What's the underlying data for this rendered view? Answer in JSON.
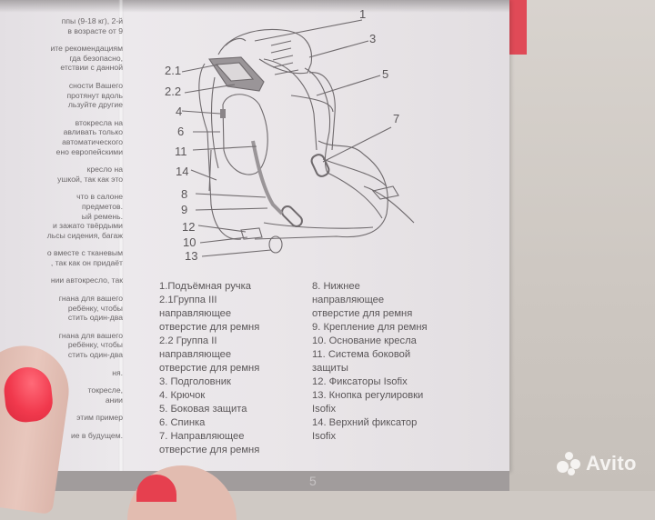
{
  "document": {
    "page_number": "5",
    "watermark": "Avito"
  },
  "left_column": {
    "paragraphs": [
      [
        "ппы (9-18 кг), 2-й",
        "в возрасте от 9"
      ],
      [
        "ите рекомендациям",
        "гда безопасно,",
        "етствии с данной"
      ],
      [
        "сности Вашего",
        "протянут вдоль",
        "льзуйте другие"
      ],
      [
        "втокресла на",
        "авливать только",
        "автоматического",
        "ено европейскими"
      ],
      [
        "кресло на",
        "ушкой, так как это"
      ],
      [
        "что в салоне",
        "предметов.",
        "ый ремень.",
        "и зажато твёрдыми",
        "льсы сидения, багаж"
      ],
      [
        "о вместе с тканевым",
        ", так как он придаёт"
      ],
      [
        "нии автокресло, так"
      ],
      [
        "гнана для вашего",
        "ребёнку, чтобы",
        "стить один-два"
      ],
      [
        "гнана для вашего",
        "ребёнку, чтобы",
        "стить один-два"
      ],
      [
        "ня."
      ],
      [
        "токресле,",
        "ании"
      ],
      [
        "этим пример"
      ],
      [
        "ие в будущем."
      ]
    ]
  },
  "diagram": {
    "callouts": [
      "1",
      "3",
      "2.1",
      "5",
      "2.2",
      "4",
      "7",
      "6",
      "11",
      "14",
      "8",
      "9",
      "12",
      "10",
      "13"
    ]
  },
  "legend": {
    "column1": [
      {
        "label": "1.Подъёмная ручка"
      },
      {
        "label": "2.1Группа III",
        "sub": [
          "направляющее",
          "отверстие для ремня"
        ]
      },
      {
        "label": "2.2 Группа II",
        "sub": [
          "направляющее",
          "отверстие для ремня"
        ]
      },
      {
        "label": "3.  Подголовник"
      },
      {
        "label": "4.  Крючок"
      },
      {
        "label": "5.  Боковая защита"
      },
      {
        "label": "6.   Спинка"
      },
      {
        "label": "7. Направляющее",
        "sub": [
          "отверстие для ремня"
        ]
      }
    ],
    "column2": [
      {
        "label": "8. Нижнее",
        "sub": [
          "направляющее",
          "отверстие для ремня"
        ]
      },
      {
        "label": "9.  Крепление для ремня"
      },
      {
        "label": "10. Основание кресла"
      },
      {
        "label": "11. Система боковой",
        "sub": [
          "защиты"
        ]
      },
      {
        "label": "12.  Фиксаторы  Isofix"
      },
      {
        "label": "13.  Кнопка регулировки",
        "sub": [
          "Isofix"
        ]
      },
      {
        "label": "14.  Верхний  фиксатор",
        "sub": [
          "Isofix"
        ]
      }
    ]
  },
  "colors": {
    "page": "#ebe7ea",
    "text": "#5a5658",
    "nail": "#f1394d",
    "bottom_band": "#a19c9c"
  }
}
